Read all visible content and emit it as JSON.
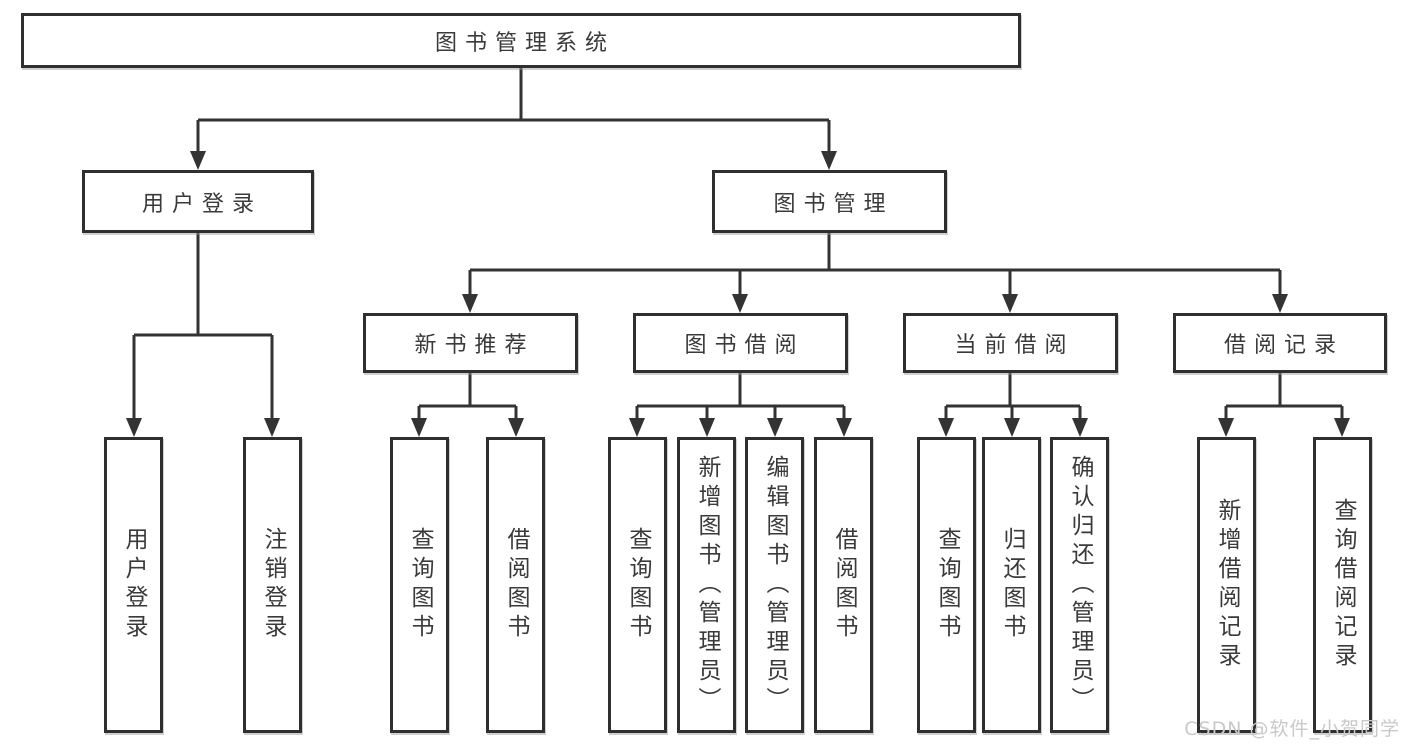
{
  "diagram_title": "图书管理系统",
  "tree": {
    "label": "图书管理系统",
    "children": [
      {
        "label": "用户登录",
        "children": [
          {
            "label": "用户登录"
          },
          {
            "label": "注销登录"
          }
        ]
      },
      {
        "label": "图书管理",
        "children": [
          {
            "label": "新书推荐",
            "children": [
              {
                "label": "查询图书"
              },
              {
                "label": "借阅图书"
              }
            ]
          },
          {
            "label": "图书借阅",
            "children": [
              {
                "label": "查询图书"
              },
              {
                "label": "新增图书（管理员）"
              },
              {
                "label": "编辑图书（管理员）"
              },
              {
                "label": "借阅图书"
              }
            ]
          },
          {
            "label": "当前借阅",
            "children": [
              {
                "label": "查询图书"
              },
              {
                "label": "归还图书"
              },
              {
                "label": "确认归还（管理员）"
              }
            ]
          },
          {
            "label": "借阅记录",
            "children": [
              {
                "label": "新增借阅记录"
              },
              {
                "label": "查询借阅记录"
              }
            ]
          }
        ]
      }
    ]
  },
  "watermark": {
    "text": "CSDN @软件_小贺同学"
  },
  "colors": {
    "background": "#ffffff",
    "line": "#333333",
    "box_border": "#2f2f2f",
    "text": "#3a3a3a",
    "watermark": "#c9c9c9"
  }
}
